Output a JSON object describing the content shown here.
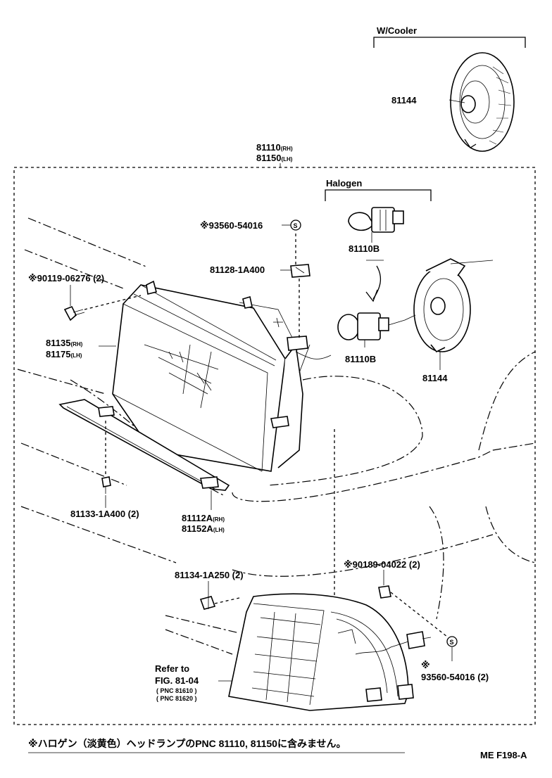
{
  "labels": {
    "w_cooler": "W/Cooler",
    "halogen": "Halogen",
    "p81144_top": "81144",
    "p81110": "81110",
    "p81110_suffix": "(RH)",
    "p81150": "81150",
    "p81150_suffix": "(LH)",
    "p93560_top": "※93560-54016",
    "p81110B_top": "81110B",
    "p81128": "81128-1A400",
    "p90119": "※90119-06276  (2)",
    "p81135": "81135",
    "p81135_suffix": "(RH)",
    "p81175": "81175",
    "p81175_suffix": "(LH)",
    "p81110B_bottom": "81110B",
    "p81144_mid": "81144",
    "p81133": "81133-1A400  (2)",
    "p81112A": "81112A",
    "p81112A_suffix": "(RH)",
    "p81152A": "81152A",
    "p81152A_suffix": "(LH)",
    "p90189": "※90189-04022  (2)",
    "p81134": "81134-1A250  (2)",
    "refer_line1": "Refer to",
    "refer_line2": "FIG. 81-04",
    "refer_pnc1": "( PNC 81610 )",
    "refer_pnc2": "( PNC 81620 )",
    "p93560_bottom_mark": "※",
    "p93560_bottom": "93560-54016  (2)",
    "s_mark": "S"
  },
  "footnote": "※ハロゲン（淡黄色）ヘッドランプのPNC 81110, 81150に含みません。",
  "figure_code": "ME F198-A"
}
